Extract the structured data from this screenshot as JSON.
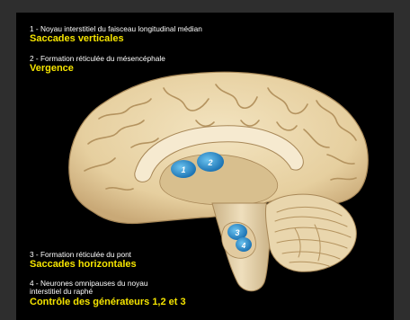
{
  "legend": [
    {
      "number": "1",
      "description": "1 - Noyau interstitiel du faisceau longitudinal médian",
      "function": "Saccades verticales"
    },
    {
      "number": "2",
      "description": "2 - Formation réticulée du mésencéphale",
      "function": "Vergence"
    },
    {
      "number": "3",
      "description": "3 - Formation réticulée du pont",
      "function": "Saccades horizontales"
    },
    {
      "number": "4",
      "description_line1": "4 - Neurones omnipauses du noyau",
      "description_line2": "interstitiel du raphé",
      "function": "Contrôle des générateurs 1,2 et 3"
    }
  ],
  "markers": [
    "1",
    "2",
    "3",
    "4"
  ],
  "colors": {
    "background": "#000000",
    "frame": "#2e2e2e",
    "description_text": "#ffffff",
    "function_text": "#f5e400",
    "brain_tissue": "#ecd9b0",
    "sulci": "#b99a6a",
    "region_markers": "#3aa0d8"
  }
}
